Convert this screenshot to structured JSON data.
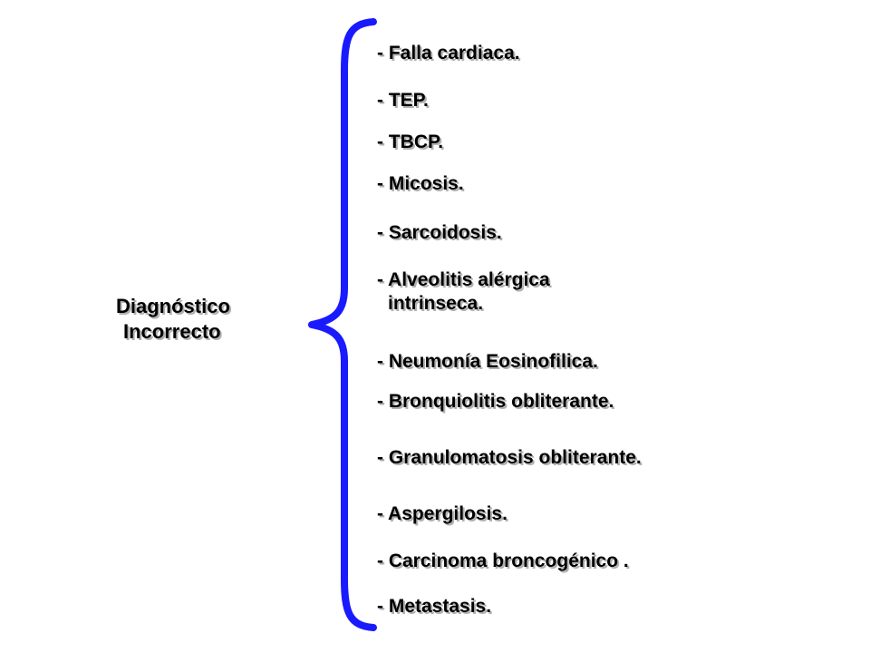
{
  "label": {
    "line1": "Diagnóstico",
    "line2": "Incorrecto"
  },
  "items": [
    {
      "text": "- Falla cardiaca."
    },
    {
      "text": "- TEP."
    },
    {
      "text": "- TBCP."
    },
    {
      "text": "- Micosis."
    },
    {
      "text": "- Sarcoidosis."
    },
    {
      "text": "- Alveolitis alérgica",
      "cont": "intrinseca."
    },
    {
      "text": "- Neumonía Eosinofilica."
    },
    {
      "text": "- Bronquiolitis obliterante."
    },
    {
      "text": "- Granulomatosis obliterante."
    },
    {
      "text": "- Aspergilosis."
    },
    {
      "text": "- Carcinoma broncogénico ."
    },
    {
      "text": "- Metastasis."
    }
  ],
  "colors": {
    "brace": "#1a1aff",
    "text": "#000000",
    "shadow": "#b0b0b0"
  }
}
